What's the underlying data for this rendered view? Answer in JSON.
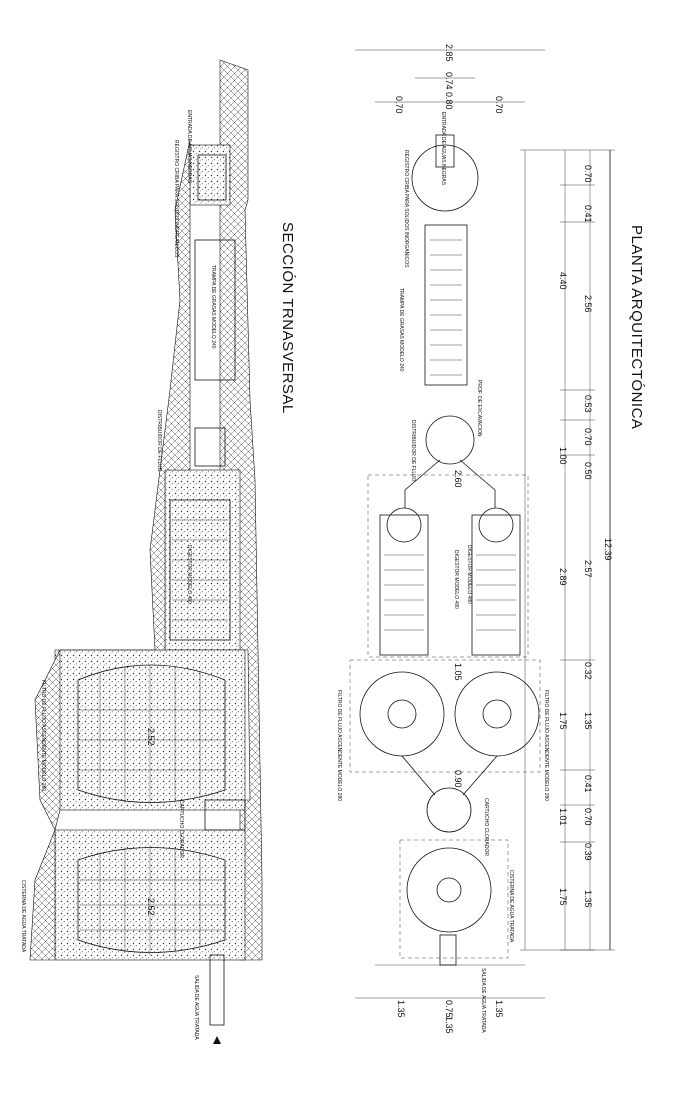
{
  "titles": {
    "planta": "PLANTA ARQUITECTÓNICA",
    "seccion": "SECCIÓN TRNASVERSAL"
  },
  "plan": {
    "total_dim": "12.39",
    "right_dims": [
      "0.70",
      "0.41",
      "2.56",
      "0.53",
      "0.70",
      "0.50",
      "2.57",
      "0.32",
      "1.35",
      "0.41",
      "0.70",
      "0.39",
      "1.35"
    ],
    "secondary_dims": [
      "4.40",
      "1.00",
      "2.89",
      "1.75",
      "1.01",
      "1.75"
    ],
    "top_dims": [
      "2.85",
      "0.74",
      "0.80",
      "0.70",
      "0.70"
    ],
    "bottom_dims": [
      "1.35",
      "0.75",
      "1.35",
      "1.35"
    ],
    "inner_dims": [
      "2.60",
      "1.05",
      "0.90"
    ],
    "labels": {
      "entrada": "ENTRADA DE AGUAS NEGRAS",
      "registro": "REGISTRO CRIBA PARA SOLIDOS INORGANICOS",
      "trampa": "TRAMPA DE GRASAS MODELO 240",
      "distribuidor": "DISTRIBUIDOR DE FLUJO",
      "digestor1": "DIGESTOR MODELO 480",
      "digestor2": "DIGESTOR MODELO 480",
      "filtro1": "FILTRO DE FLUJO ASCENDENTE MODELO 280",
      "filtro2": "FILTRO DE FLUJO ASCENDENTE MODELO 280",
      "clorador": "CARTUCHO CLORADOR",
      "cisterna": "CISTERNA DE AGUA TRATADA",
      "salida": "SALIDA DE AGUA TRATADA",
      "excavacion": "PROF. DE EXCAVACION"
    }
  },
  "section": {
    "labels": {
      "entrada": "ENTRADA DE AGUAS NEGRAS",
      "registro": "REGISTRO CRIBA PARA SOLIDOS INORGANICOS",
      "trampa": "TRAMPA DE GRASAS MODELO 240",
      "distribuidor": "DISTRIBUIDOR DE FLUJO",
      "digestor": "DIGESTOR MODELO 480",
      "filtro": "FILTRO DE FLUJO ASCENDENTE MODELO 280",
      "clorador": "CARTUCHO CLORADOR",
      "cisterna": "CISTERNA DE AGUA TRATADA",
      "salida": "SALIDA DE AGUA TRATADA"
    },
    "dims": [
      "2.52",
      "2.52"
    ]
  }
}
